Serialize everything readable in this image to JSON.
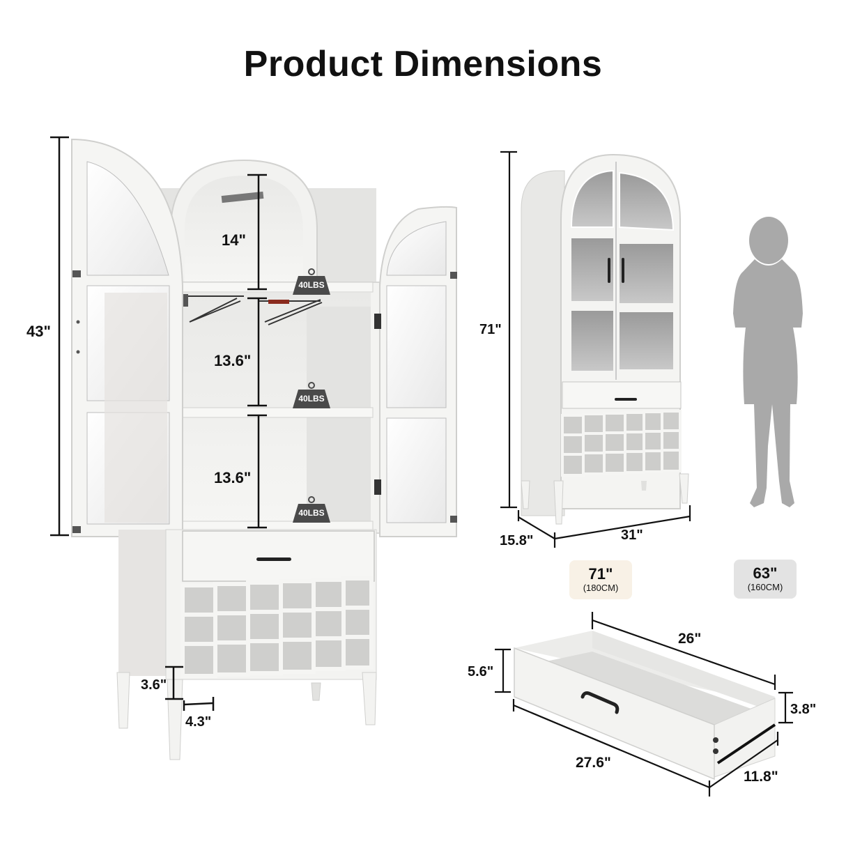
{
  "title": "Product Dimensions",
  "open_cabinet": {
    "door_height": "43\"",
    "compartments": [
      {
        "height": "14\"",
        "load": "40LBS"
      },
      {
        "height": "13.6\"",
        "load": "40LBS"
      },
      {
        "height": "13.6\"",
        "load": "40LBS"
      }
    ],
    "wine_cubby": {
      "height": "3.6\"",
      "width": "4.3\""
    }
  },
  "closed_cabinet": {
    "height": "71\"",
    "depth": "15.8\"",
    "width": "31\""
  },
  "scale_comparison": {
    "cabinet": {
      "inches": "71\"",
      "cm": "(180CM)",
      "color": "#f8f1e6"
    },
    "person": {
      "inches": "63\"",
      "cm": "(160CM)",
      "color": "#e3e3e3"
    }
  },
  "drawer": {
    "inner_length": "26\"",
    "front_height": "5.6\"",
    "side_height": "3.8\"",
    "outer_length": "27.6\"",
    "depth": "11.8\""
  },
  "colors": {
    "furniture": "#f1f1ef",
    "furniture_shade": "#d9d9d7",
    "weight_badge": "#4a4a4a",
    "silhouette": "#a9a9a9",
    "dimension_line": "#111111"
  }
}
